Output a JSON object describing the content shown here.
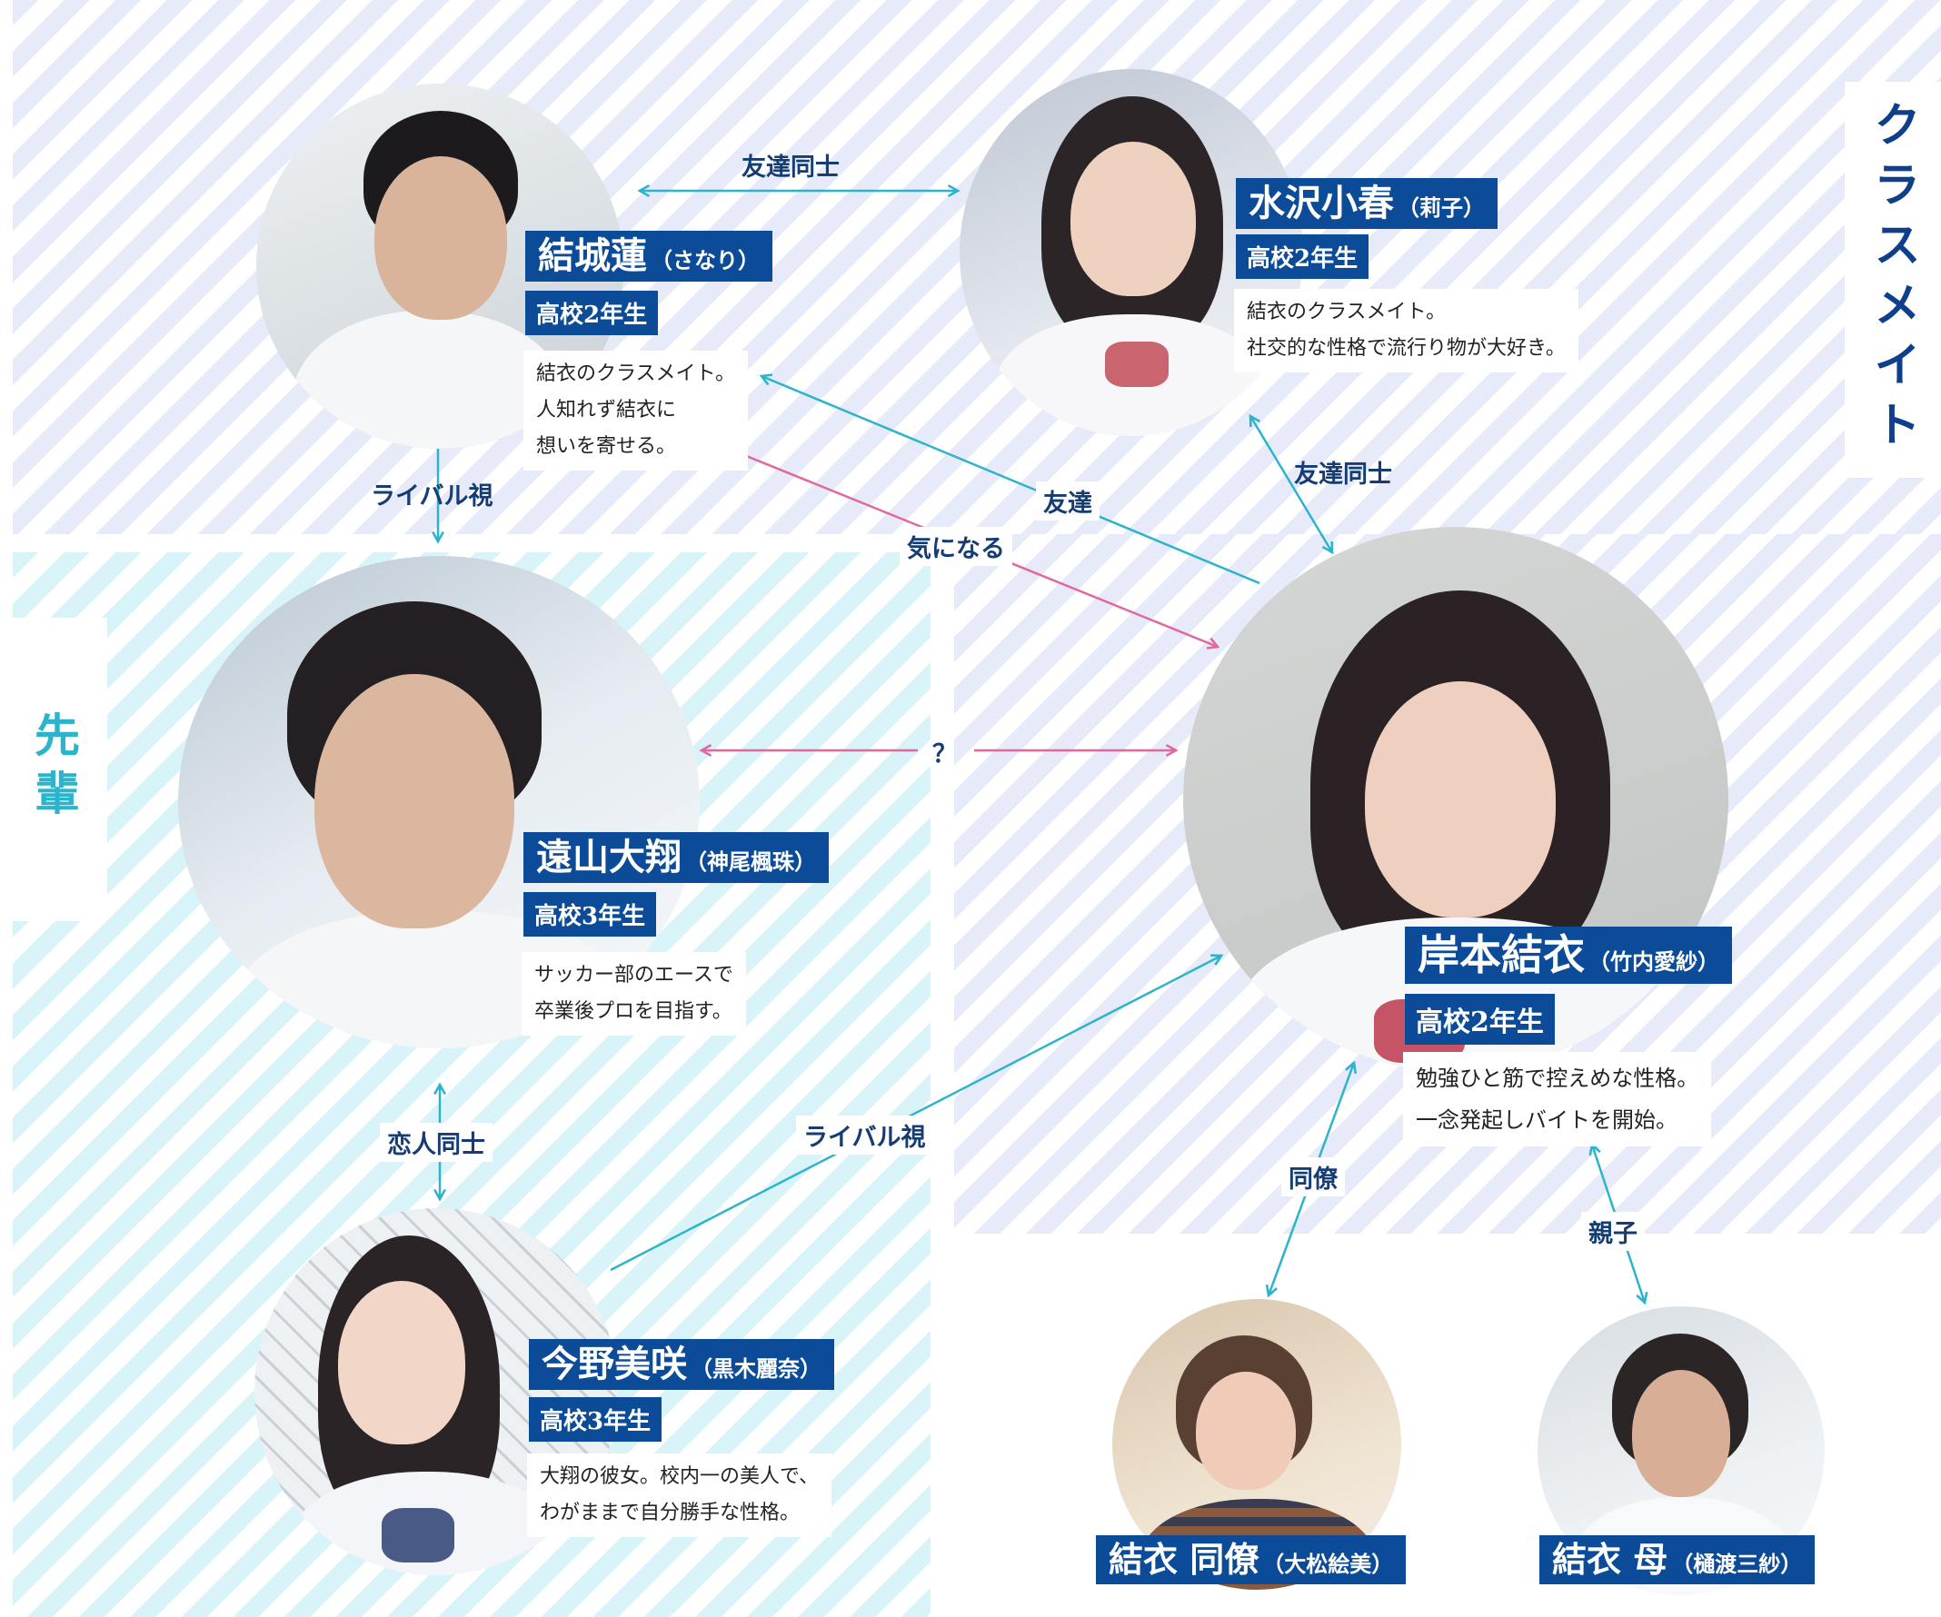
{
  "groups": {
    "classmate": "クラスメイト",
    "senpai": "先輩"
  },
  "characters": {
    "yuki": {
      "name": "結城蓮",
      "actor": "（さなり）",
      "grade": "高校2年生",
      "desc": [
        "結衣のクラスメイト。",
        "人知れず結衣に",
        "想いを寄せる。"
      ]
    },
    "mizusawa": {
      "name": "水沢小春",
      "actor": "（莉子）",
      "grade": "高校2年生",
      "desc": [
        "結衣のクラスメイト。",
        "社交的な性格で流行り物が大好き。"
      ]
    },
    "toyama": {
      "name": "遠山大翔",
      "actor": "（神尾楓珠）",
      "grade": "高校3年生",
      "desc": [
        "サッカー部のエースで",
        "卒業後プロを目指す。"
      ]
    },
    "kishimoto": {
      "name": "岸本結衣",
      "actor": "（竹内愛紗）",
      "grade": "高校2年生",
      "desc": [
        "勉強ひと筋で控えめな性格。",
        "一念発起しバイトを開始。"
      ]
    },
    "konno": {
      "name": "今野美咲",
      "actor": "（黒木麗奈）",
      "grade": "高校3年生",
      "desc": [
        "大翔の彼女。校内一の美人で、",
        "わがままで自分勝手な性格。"
      ]
    },
    "coworker": {
      "name": "結衣 同僚",
      "actor": "（大松絵美）"
    },
    "mother": {
      "name": "結衣 母",
      "actor": "（樋渡三紗）"
    }
  },
  "relations": {
    "yuki_mizusawa": "友達同士",
    "mizusawa_kishimoto": "友達同士",
    "kishimoto_yuki": "友達",
    "yuki_kishimoto": "気になる",
    "yuki_toyama": "ライバル視",
    "toyama_kishimoto": "？",
    "toyama_konno": "恋人同士",
    "konno_kishimoto": "ライバル視",
    "kishimoto_coworker": "同僚",
    "kishimoto_mother": "親子"
  },
  "colors": {
    "navy": "#0c4b97",
    "teal": "#2bb4cc",
    "pink": "#e2679a",
    "text": "#153d73"
  }
}
